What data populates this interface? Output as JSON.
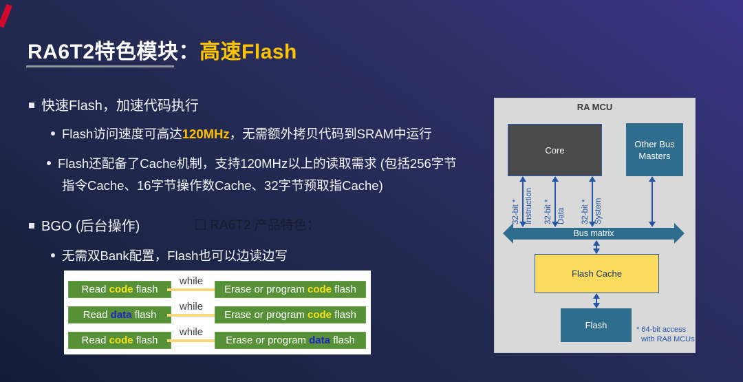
{
  "slide": {
    "title": {
      "prefix": "RA6T2特色模块：",
      "highlight": "高速Flash"
    },
    "bullets": {
      "b1": "快速Flash，加速代码执行",
      "sb1": {
        "pre": "Flash访问速度可高达",
        "hl": "120MHz",
        "post": "，无需额外拷贝代码到SRAM中运行"
      },
      "sb2_line1": "Flash还配备了Cache机制，支持120MHz以上的读取需求 (包括256字节",
      "sb2_line2": "指令Cache、16字节操作数Cache、32字节预取指Cache)",
      "b2": "BGO (后台操作)",
      "sb3": "无需双Bank配置，Flash也可以边读边写"
    },
    "watermark": "❑  RA6T2 产品特色："
  },
  "table": {
    "rows": [
      {
        "left": {
          "pre": "Read ",
          "key": "code",
          "post": " flash",
          "key_color": "yellow"
        },
        "mid": "while",
        "right": {
          "pre": "Erase or program ",
          "key": "code",
          "post": " flash",
          "key_color": "yellow"
        }
      },
      {
        "left": {
          "pre": "Read ",
          "key": "data",
          "post": " flash",
          "key_color": "blue"
        },
        "mid": "while",
        "right": {
          "pre": "Erase or program ",
          "key": "code",
          "post": " flash",
          "key_color": "yellow"
        }
      },
      {
        "left": {
          "pre": "Read ",
          "key": "code",
          "post": " flash",
          "key_color": "yellow"
        },
        "mid": "while",
        "right": {
          "pre": "Erase or program ",
          "key": "data",
          "post": " flash",
          "key_color": "blue"
        }
      }
    ]
  },
  "diagram": {
    "panel_title": "RA MCU",
    "core": "Core",
    "other_bus_masters": "Other Bus Masters",
    "bus_labels": [
      {
        "bit": "32-bit *",
        "name": "Instruction"
      },
      {
        "bit": "32-bit *",
        "name": "Data"
      },
      {
        "bit": "32-bit *",
        "name": "System"
      }
    ],
    "bus_matrix": "Bus matrix",
    "flash_cache": "Flash Cache",
    "flash": "Flash",
    "footnote_line1": "* 64-bit access",
    "footnote_line2": "with RA8 MCUs"
  },
  "colors": {
    "background_dark": "#141d38",
    "background_purple": "#3a3589",
    "accent_yellow": "#ffc400",
    "highlight_yellow": "#ffc000",
    "corner_red": "#cf0a2c",
    "table_green": "#579137",
    "keyword_yellow": "#f5e11a",
    "keyword_blue": "#1f24c7",
    "while_link_yellow": "#f8d878",
    "diagram_panel_gray": "#d9d9d9",
    "core_gray": "#4a4a4a",
    "teal": "#2e6d8e",
    "arrow_blue": "#2456a4",
    "cache_yellow": "#fcdc5f"
  }
}
